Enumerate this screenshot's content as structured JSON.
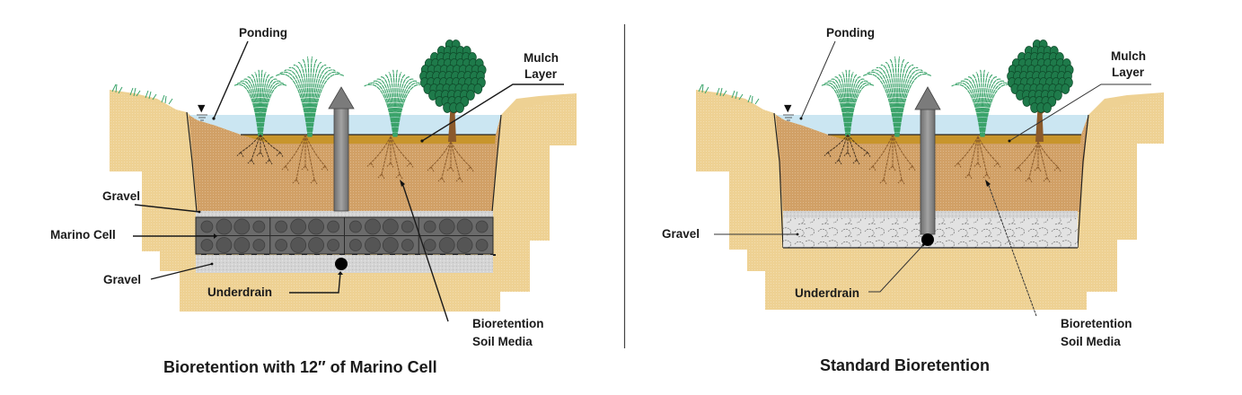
{
  "colors": {
    "outer_soil": "#eed193",
    "soil_media": "#d1a066",
    "mulch": "#c8952c",
    "water": "#cbe6f2",
    "gravel": "#d6d6d6",
    "cell": "#6b6b6b",
    "cell_ball": "#4f4f4f",
    "pipe": "#8c8c8c",
    "tree": "#1e7a4a",
    "trunk": "#8b5a2b",
    "divider": "#444444"
  },
  "left_diagram": {
    "title": "Bioretention with 12″ of Marino Cell",
    "labels": {
      "ponding": "Ponding",
      "mulch_line1": "Mulch",
      "mulch_line2": "Layer",
      "gravel_top": "Gravel",
      "marino_cell": "Marino Cell",
      "gravel_bottom": "Gravel",
      "underdrain": "Underdrain",
      "soil_line1": "Bioretention",
      "soil_line2": "Soil Media"
    }
  },
  "right_diagram": {
    "title": "Standard Bioretention",
    "labels": {
      "ponding": "Ponding",
      "mulch_line1": "Mulch",
      "mulch_line2": "Layer",
      "gravel": "Gravel",
      "underdrain": "Underdrain",
      "soil_line1": "Bioretention",
      "soil_line2": "Soil Media"
    }
  }
}
